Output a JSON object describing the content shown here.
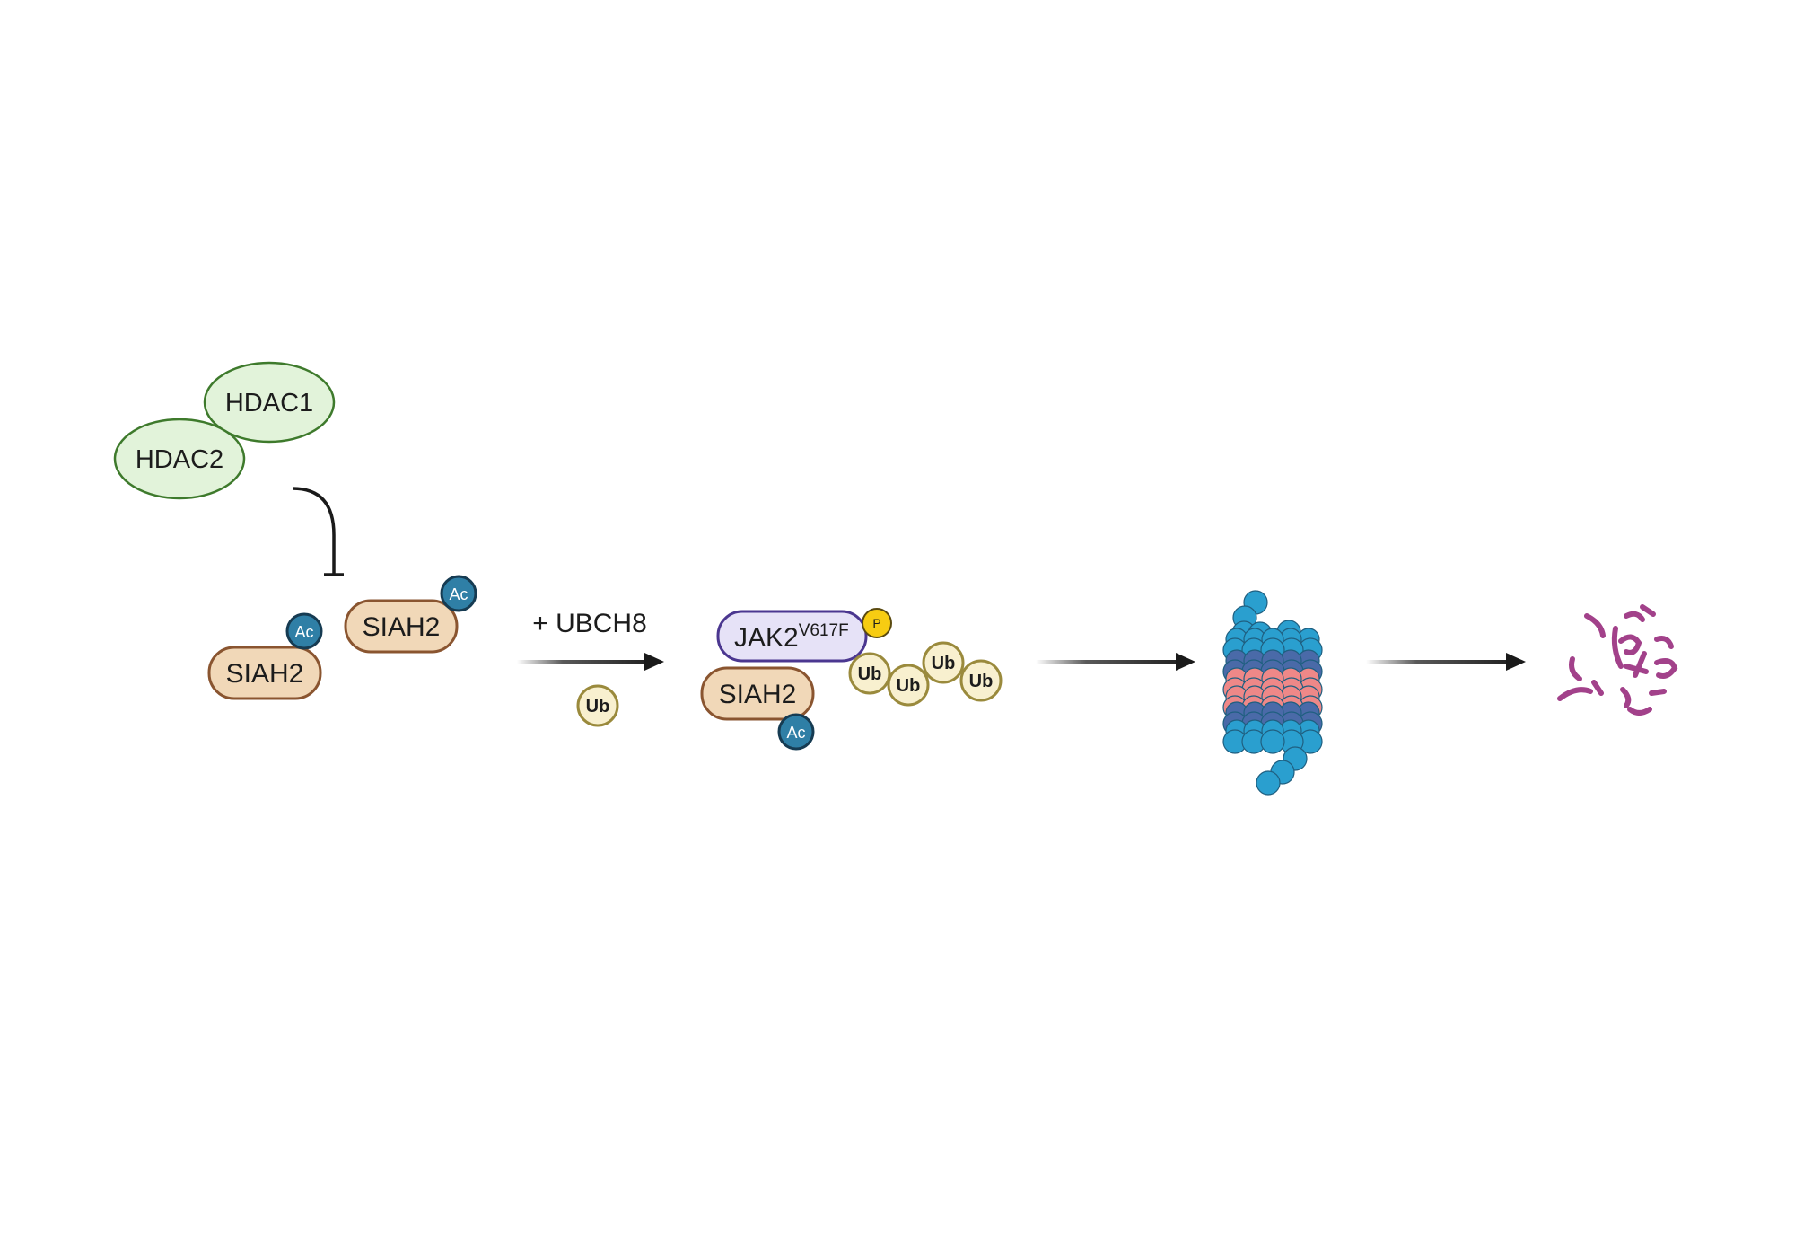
{
  "labels": {
    "hdac1": "HDAC1",
    "hdac2": "HDAC2",
    "siah2_a": "SIAH2",
    "siah2_b": "SIAH2",
    "siah2_c": "SIAH2",
    "ac_a": "Ac",
    "ac_b": "Ac",
    "ac_c": "Ac",
    "reagent": "+ UBCH8",
    "ub_free": "Ub",
    "jak2_base": "JAK2",
    "jak2_sup": "V617F",
    "p": "P",
    "ub_chain": [
      "Ub",
      "Ub",
      "Ub",
      "Ub"
    ]
  },
  "colors": {
    "proteasome_cap": "#2a9fcf",
    "proteasome_beta": "#4a6aa8",
    "proteasome_alpha": "#ee8888",
    "fragments": "#a2418a"
  }
}
